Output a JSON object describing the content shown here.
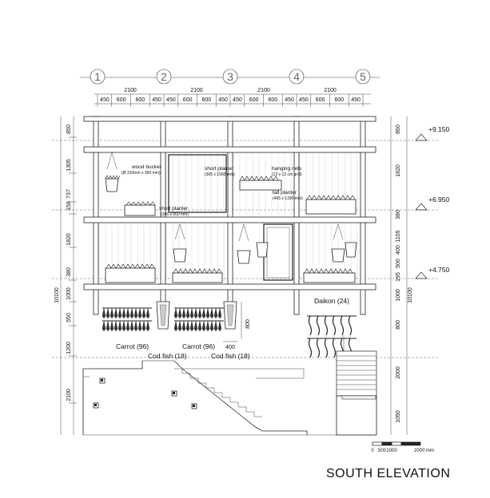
{
  "title": "SOUTH ELEVATION",
  "grid_axes": [
    "1",
    "2",
    "3",
    "4",
    "5"
  ],
  "bay_dims": [
    "2100",
    "2100",
    "2100",
    "2100"
  ],
  "sub_dims": [
    "450",
    "600",
    "600",
    "450",
    "450",
    "600",
    "600",
    "450",
    "450",
    "600",
    "600",
    "450",
    "450",
    "600",
    "600",
    "450"
  ],
  "levels": [
    {
      "label": "+9.150"
    },
    {
      "label": "+6.950"
    },
    {
      "label": "+4.750"
    }
  ],
  "left_dims": [
    "850",
    "1305",
    "737",
    "158",
    "1820",
    "380",
    "1000",
    "550",
    "1200",
    "2100"
  ],
  "left_total": "10100",
  "right_dims": [
    "850",
    "1820",
    "380",
    "1105",
    "400",
    "500",
    "195",
    "1000",
    "800",
    "2000",
    "1050"
  ],
  "right_total": "10100",
  "labels": {
    "wood_bucket": "wood bucket",
    "wood_bucket_size": "(Ø 310mm x 300 mm)",
    "short_planter_top": "short planter",
    "short_planter_top_size": "(365 x 1560 mm)",
    "hanging_nets": "hanging nets",
    "hanging_nets_size": "(12 x 12 cm grid)",
    "tall_planter": "tall planter",
    "tall_planter_size": "(465 x 1390 mm)",
    "short_planter_mid": "short planter",
    "short_planter_mid_size": "(365 x 960 mm)",
    "daikon": "Daikon (24)",
    "carrot_1": "Carrot (96)",
    "carrot_2": "Carrot (96)",
    "codfish_1": "Cod fish (18)",
    "codfish_2": "Cod fish (18)",
    "dim_800": "800",
    "dim_400": "400"
  },
  "scale_bar": {
    "ticks": [
      "0",
      "500",
      "1000",
      "2000 mm"
    ]
  }
}
